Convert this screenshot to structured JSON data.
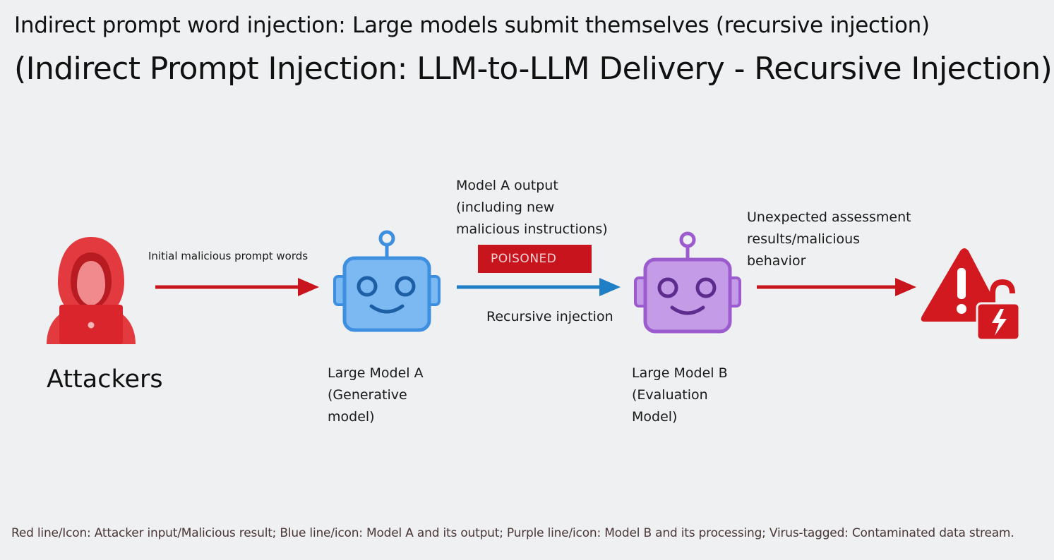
{
  "title": {
    "line1": "Indirect prompt word injection: Large models submit themselves (recursive injection)",
    "line2": "(Indirect Prompt Injection: LLM-to-LLM Delivery - Recursive Injection)"
  },
  "nodes": {
    "attacker": {
      "label": "Attackers",
      "icon": "hooded-hacker-icon"
    },
    "model_a": {
      "label_lines": [
        "Large Model A",
        "(Generative",
        "model)"
      ],
      "icon": "robot-icon"
    },
    "model_b": {
      "label_lines": [
        "Large Model B",
        "(Evaluation",
        "Model)"
      ],
      "icon": "robot-icon"
    },
    "result": {
      "label_lines": [
        "Unexpected assessment",
        "results/malicious",
        "behavior"
      ],
      "icon": "warning-unlock-icon"
    }
  },
  "edges": {
    "attacker_to_a": {
      "label": "Initial malicious prompt words"
    },
    "a_to_b": {
      "top_label_lines": [
        "Model A output",
        "(including new",
        "malicious instructions)"
      ],
      "badge": "POISONED",
      "bottom_label": "Recursive injection"
    },
    "b_to_result": {}
  },
  "legend": "Red line/Icon: Attacker input/Malicious result; Blue line/icon: Model A and its output; Purple line/icon: Model B and its processing; Virus-tagged: Contaminated data stream.",
  "colors": {
    "background": "#eef0f1",
    "attacker_red": "#e0282e",
    "arrow_red": "#c8141d",
    "model_a_blue": "#4a9bea",
    "arrow_blue": "#1f7fc6",
    "model_b_purple": "#a56fd6",
    "legend_text": "#4a3636"
  }
}
